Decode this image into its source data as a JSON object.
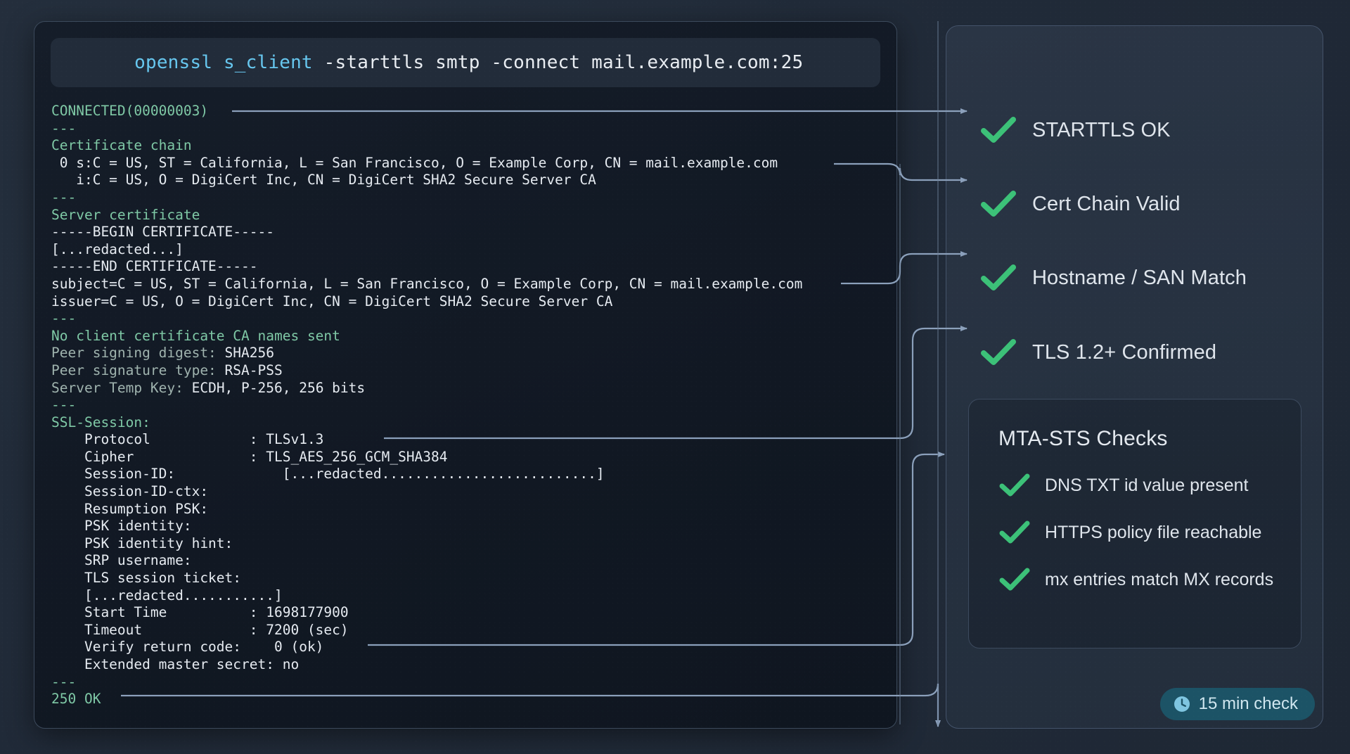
{
  "command": {
    "keyword": "openssl s_client",
    "args": " -starttls smtp -connect mail.example.com:25",
    "full": "openssl s_client -starttls smtp -connect mail.example.com:25"
  },
  "terminal": {
    "lines": [
      {
        "text": "CONNECTED(00000003)",
        "style": "green"
      },
      {
        "text": "---",
        "style": "green"
      },
      {
        "text": "Certificate chain",
        "style": "green"
      },
      {
        "text": " 0 s:C = US, ST = California, L = San Francisco, O = Example Corp, CN = mail.example.com",
        "style": "white"
      },
      {
        "text": "   i:C = US, O = DigiCert Inc, CN = DigiCert SHA2 Secure Server CA",
        "style": "white"
      },
      {
        "text": "---",
        "style": "green"
      },
      {
        "text": "Server certificate",
        "style": "green"
      },
      {
        "text": "-----BEGIN CERTIFICATE-----",
        "style": "white"
      },
      {
        "text": "[...redacted...]",
        "style": "white"
      },
      {
        "text": "-----END CERTIFICATE-----",
        "style": "white"
      },
      {
        "text": "subject=C = US, ST = California, L = San Francisco, O = Example Corp, CN = mail.example.com",
        "style": "white"
      },
      {
        "text": "issuer=C = US, O = DigiCert Inc, CN = DigiCert SHA2 Secure Server CA",
        "style": "white"
      },
      {
        "text": "---",
        "style": "green"
      },
      {
        "text": "No client certificate CA names sent",
        "style": "green"
      },
      {
        "key": "Peer signing digest: ",
        "value": "SHA256",
        "style": "kv"
      },
      {
        "key": "Peer signature type: ",
        "value": "RSA-PSS",
        "style": "kv"
      },
      {
        "key": "Server Temp Key: ",
        "value": "ECDH, P-256, 256 bits",
        "style": "kv"
      },
      {
        "text": "---",
        "style": "green"
      },
      {
        "text": "SSL-Session:",
        "style": "green"
      },
      {
        "text": "    Protocol            : TLSv1.3",
        "style": "white"
      },
      {
        "text": "    Cipher              : TLS_AES_256_GCM_SHA384",
        "style": "white"
      },
      {
        "text": "    Session-ID:             [...redacted..........................]",
        "style": "white"
      },
      {
        "text": "    Session-ID-ctx:",
        "style": "white"
      },
      {
        "text": "    Resumption PSK:",
        "style": "white"
      },
      {
        "text": "    PSK identity:",
        "style": "white"
      },
      {
        "text": "    PSK identity hint:",
        "style": "white"
      },
      {
        "text": "    SRP username:",
        "style": "white"
      },
      {
        "text": "    TLS session ticket:",
        "style": "white"
      },
      {
        "text": "    [...redacted...........]",
        "style": "white"
      },
      {
        "text": "    Start Time          : 1698177900",
        "style": "white"
      },
      {
        "text": "    Timeout             : 7200 (sec)",
        "style": "white"
      },
      {
        "text": "    Verify return code:    0 (ok)",
        "style": "white"
      },
      {
        "text": "    Extended master secret: no",
        "style": "white"
      },
      {
        "text": "---",
        "style": "green"
      },
      {
        "text": "250 OK",
        "style": "green"
      }
    ]
  },
  "checks": {
    "items": [
      {
        "label": "STARTTLS OK"
      },
      {
        "label": "Cert Chain Valid"
      },
      {
        "label": "Hostname / SAN Match"
      },
      {
        "label": "TLS 1.2+ Confirmed"
      }
    ]
  },
  "mta_sts": {
    "title": "MTA-STS Checks",
    "items": [
      {
        "label": "DNS TXT id value present"
      },
      {
        "label": "HTTPS policy file reachable"
      },
      {
        "label": "mx entries match MX records"
      }
    ]
  },
  "badge": {
    "icon": "clock-icon",
    "label": "15 min check"
  },
  "colors": {
    "page_bg": "#212b39",
    "terminal_bg": "#121a25",
    "panel_bg": "#27323f",
    "card_bg": "#1e2734",
    "accent_green": "#3cc178",
    "terminal_green": "#7fc9a6",
    "terminal_white": "#e6ebf1",
    "command_keyword": "#67c7ef",
    "connector": "#8ba0bb",
    "badge_bg": "#1c5366",
    "badge_text": "#cfe6ef"
  }
}
